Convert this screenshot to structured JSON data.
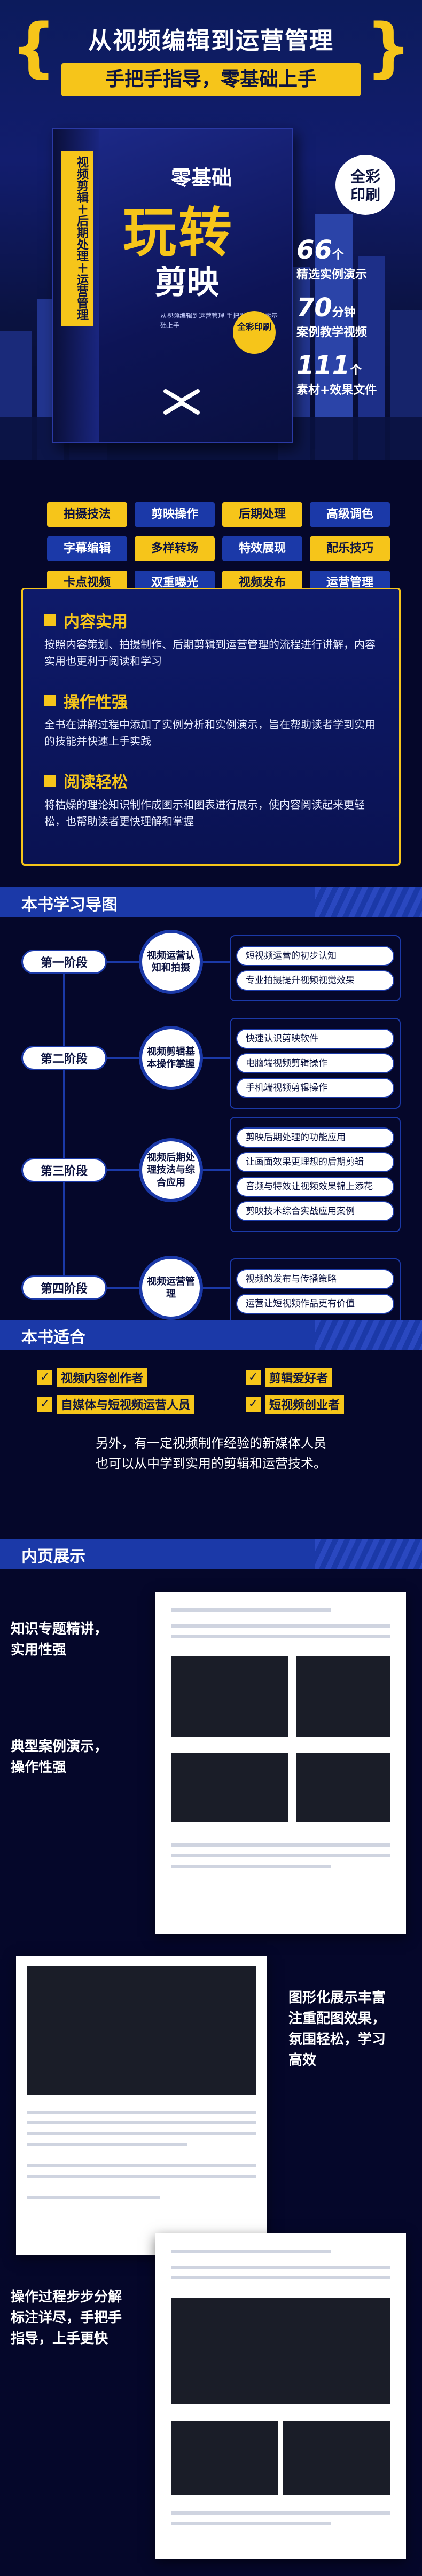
{
  "hero": {
    "title": "从视频编辑到运营管理",
    "subtitle": "手把手指导，零基础上手",
    "badge": "全彩\n印刷",
    "book": {
      "spine": "视频剪辑＋后期处理＋运营管理",
      "title_line1": "零基础",
      "title_line2": "玩转",
      "title_line3": "剪映",
      "blurb": "从视频编辑到运营管理 手把手指导，零基础上手",
      "corner": "全彩印刷"
    },
    "stats": [
      {
        "num": "66",
        "unit": "个",
        "label": "精选实例演示"
      },
      {
        "num": "70",
        "unit": "分钟",
        "label": "案例教学视频"
      },
      {
        "num": "111",
        "unit": "个",
        "label": "素材+效果文件"
      }
    ]
  },
  "tags": [
    {
      "label": "拍摄技法",
      "style": "y"
    },
    {
      "label": "剪映操作",
      "style": "b"
    },
    {
      "label": "后期处理",
      "style": "y"
    },
    {
      "label": "高级调色",
      "style": "b"
    },
    {
      "label": "字幕编辑",
      "style": "b"
    },
    {
      "label": "多样转场",
      "style": "y"
    },
    {
      "label": "特效展现",
      "style": "b"
    },
    {
      "label": "配乐技巧",
      "style": "y"
    },
    {
      "label": "卡点视频",
      "style": "y"
    },
    {
      "label": "双重曝光",
      "style": "b"
    },
    {
      "label": "视频发布",
      "style": "y"
    },
    {
      "label": "运营管理",
      "style": "b"
    }
  ],
  "features": [
    {
      "title": "内容实用",
      "body": "按照内容策划、拍摄制作、后期剪辑到运营管理的流程进行讲解，内容实用也更利于阅读和学习"
    },
    {
      "title": "操作性强",
      "body": "全书在讲解过程中添加了实例分析和实例演示，旨在帮助读者学到实用的技能并快速上手实践"
    },
    {
      "title": "阅读轻松",
      "body": "将枯燥的理论知识制作成图示和图表进行展示，使内容阅读起来更轻松，也帮助读者更快理解和掌握"
    }
  ],
  "sections": {
    "map": "本书学习导图",
    "audience": "本书适合",
    "pages": "内页展示"
  },
  "mindmap": [
    {
      "stage": "第一阶段",
      "hub": "视频运营认知和拍摄",
      "leaves": [
        "短视频运营的初步认知",
        "专业拍摄提升视频视觉效果"
      ]
    },
    {
      "stage": "第二阶段",
      "hub": "视频剪辑基本操作掌握",
      "leaves": [
        "快速认识剪映软件",
        "电脑端视频剪辑操作",
        "手机端视频剪辑操作"
      ]
    },
    {
      "stage": "第三阶段",
      "hub": "视频后期处理技法与综合应用",
      "leaves": [
        "剪映后期处理的功能应用",
        "让画面效果更理想的后期剪辑",
        "音频与特效让视频效果锦上添花",
        "剪映技术综合实战应用案例"
      ]
    },
    {
      "stage": "第四阶段",
      "hub": "视频运营管理",
      "leaves": [
        "视频的发布与传播策略",
        "运营让短视频作品更有价值"
      ]
    }
  ],
  "audience": {
    "items": [
      "视频内容创作者",
      "剪辑爱好者",
      "自媒体与短视频运营人员",
      "短视频创业者"
    ],
    "note": "另外，有一定视频制作经验的新媒体人员\n也可以从中学到实用的剪辑和运营技术。"
  },
  "pages": {
    "captions": [
      "知识专题精讲，\n实用性强",
      "典型案例演示，\n操作性强",
      "图形化展示丰富\n注重配图效果，\n氛围轻松，学习\n高效",
      "操作过程步步分解\n标注详尽，手把手\n指导，上手更快"
    ]
  }
}
